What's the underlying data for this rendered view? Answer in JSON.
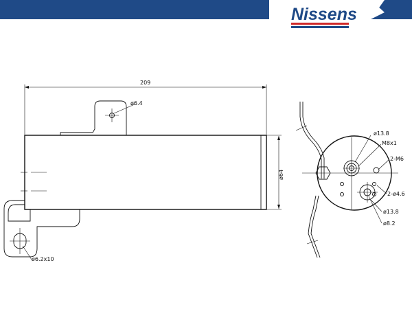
{
  "brand": {
    "logo_text": "Nissens",
    "primary_color": "#1f4a87",
    "accent_color": "#d02a2a"
  },
  "drawing": {
    "dimensions": {
      "length": "209",
      "diameter": "ø64",
      "bracket_hole": "ø6.4",
      "mount_slot": "ø6.2x10",
      "fitting_top": "ø13.8",
      "thread": "M8x1",
      "screws": "2-M6",
      "holes": "2-ø4.6",
      "fitting_bottom": "ø13.8",
      "port": "ø8.2"
    }
  }
}
